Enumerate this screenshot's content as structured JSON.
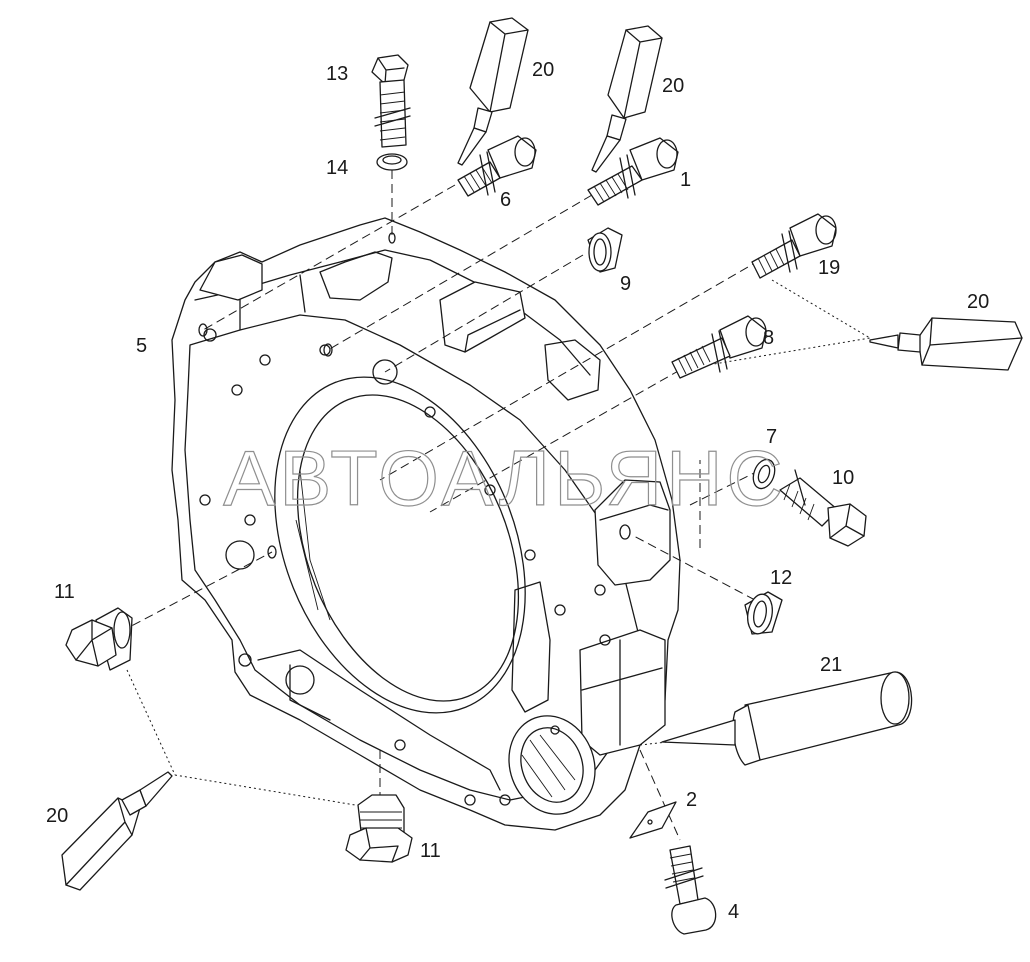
{
  "watermark": "АВТОАЛЬЯНС",
  "callouts": {
    "c13": "13",
    "c14": "14",
    "c20_left_top": "20",
    "c20_right_top": "20",
    "c6": "6",
    "c1": "1",
    "c19": "19",
    "c20_right": "20",
    "c9": "9",
    "c5": "5",
    "c8": "8",
    "c7": "7",
    "c10": "10",
    "c12": "12",
    "c11_left": "11",
    "c21": "21",
    "c20_bottom": "20",
    "c2": "2",
    "c11_bottom": "11",
    "c4": "4"
  }
}
